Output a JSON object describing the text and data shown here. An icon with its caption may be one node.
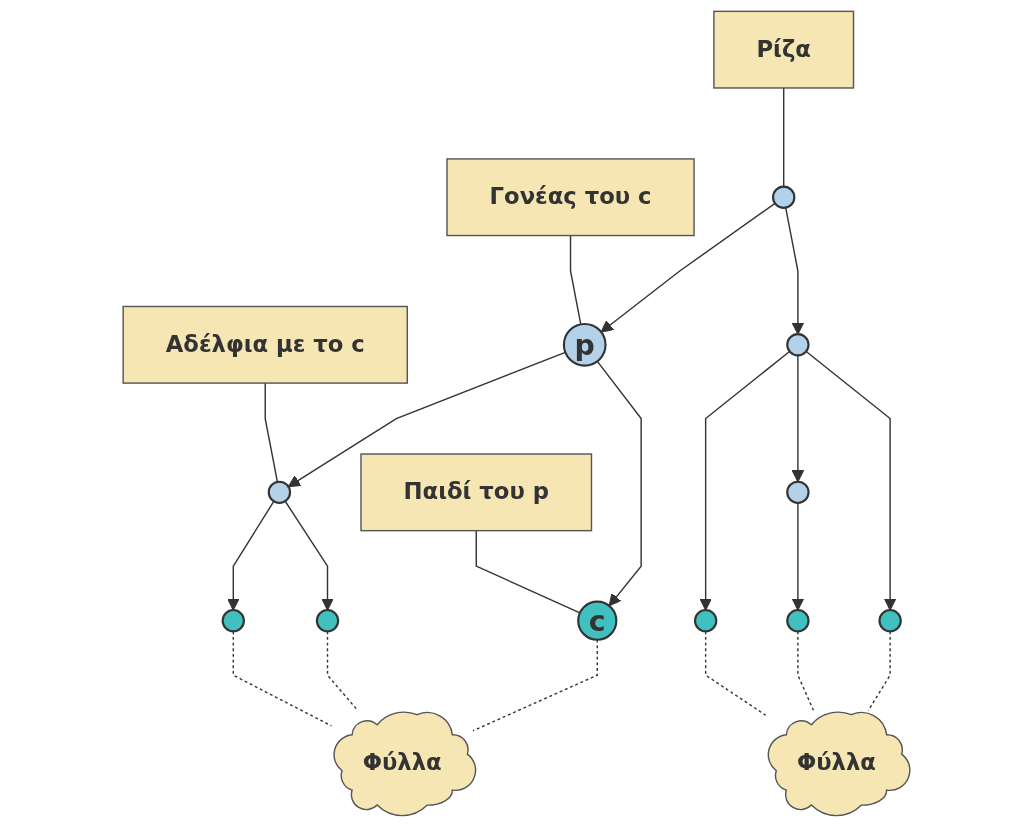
{
  "diagram": {
    "nodes": [
      {
        "text": [],
        "shape": "circle"
      },
      {
        "text": [
          "Ρίζα"
        ]
      },
      {
        "text": [
          "p"
        ]
      },
      {
        "text": [
          "Γονέας του c"
        ]
      },
      {
        "text": [],
        "shape": "circle"
      },
      {
        "text": [
          "c"
        ]
      },
      {
        "text": [],
        "shape": "circle"
      },
      {
        "text": [
          "Αδέλφια με το c"
        ]
      },
      {
        "text": [],
        "shape": "circle"
      },
      {
        "text": [],
        "shape": "circle"
      },
      {
        "text": [],
        "shape": "circle"
      },
      {
        "text": [
          "Παιδί του p"
        ]
      },
      {
        "text": [],
        "shape": "circle"
      },
      {
        "text": [],
        "shape": "circle"
      },
      {
        "text": [],
        "shape": "circle"
      },
      {
        "text": [
          "Φύλλα"
        ]
      },
      {
        "text": [
          "Φύλλα"
        ]
      }
    ],
    "edges": [
      {
        "from": 0,
        "to": 2,
        "arrow": "to"
      },
      {
        "from": 0,
        "to": 4,
        "arrow": "to"
      },
      {
        "from": 2,
        "to": 5,
        "arrow": "to"
      },
      {
        "from": 2,
        "to": 6,
        "arrow": "to"
      },
      {
        "from": 4,
        "to": 8,
        "arrow": "to"
      },
      {
        "from": 4,
        "to": 9,
        "arrow": "to"
      },
      {
        "from": 4,
        "to": 10,
        "arrow": "to"
      },
      {
        "from": 6,
        "to": 12,
        "arrow": "to"
      },
      {
        "from": 6,
        "to": 13,
        "arrow": "to"
      },
      {
        "from": 9,
        "to": 14,
        "arrow": "to"
      },
      {
        "from": 1,
        "to": 0,
        "arrow": "none"
      },
      {
        "from": 3,
        "to": 2,
        "arrow": "none"
      },
      {
        "from": 7,
        "to": 6,
        "arrow": "none"
      },
      {
        "from": 11,
        "to": 5,
        "arrow": "none"
      },
      {
        "from": 5,
        "to": 15,
        "arrow": "none",
        "style": "dashed"
      },
      {
        "from": 12,
        "to": 15,
        "arrow": "none",
        "style": "dashed"
      },
      {
        "from": 13,
        "to": 15,
        "arrow": "none",
        "style": "dashed"
      },
      {
        "from": 8,
        "to": 16,
        "arrow": "none",
        "style": "dashed"
      },
      {
        "from": 14,
        "to": 16,
        "arrow": "none",
        "style": "dashed"
      },
      {
        "from": 10,
        "to": 16,
        "arrow": "none",
        "style": "dashed"
      }
    ]
  }
}
